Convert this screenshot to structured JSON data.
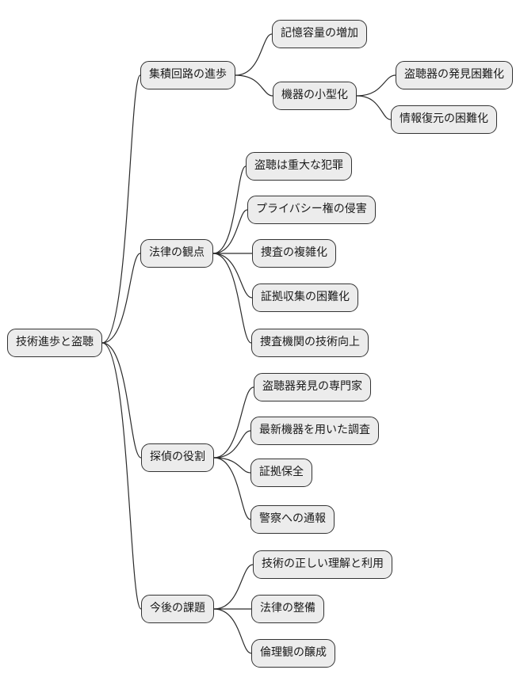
{
  "diagram": {
    "type": "mindmap",
    "colors": {
      "background": "#ffffff",
      "node_fill": "#ececec",
      "node_border": "#333333",
      "edge": "#2b2b2b",
      "text": "#1a1a1a"
    },
    "root": {
      "label": "技術進歩と盗聴",
      "children": [
        {
          "label": "集積回路の進歩",
          "children": [
            {
              "label": "記憶容量の増加",
              "children": []
            },
            {
              "label": "機器の小型化",
              "children": [
                {
                  "label": "盗聴器の発見困難化",
                  "children": []
                },
                {
                  "label": "情報復元の困難化",
                  "children": []
                }
              ]
            }
          ]
        },
        {
          "label": "法律の観点",
          "children": [
            {
              "label": "盗聴は重大な犯罪",
              "children": []
            },
            {
              "label": "プライバシー権の侵害",
              "children": []
            },
            {
              "label": "捜査の複雑化",
              "children": []
            },
            {
              "label": "証拠収集の困難化",
              "children": []
            },
            {
              "label": "捜査機関の技術向上",
              "children": []
            }
          ]
        },
        {
          "label": "探偵の役割",
          "children": [
            {
              "label": "盗聴器発見の専門家",
              "children": []
            },
            {
              "label": "最新機器を用いた調査",
              "children": []
            },
            {
              "label": "証拠保全",
              "children": []
            },
            {
              "label": "警察への通報",
              "children": []
            }
          ]
        },
        {
          "label": "今後の課題",
          "children": [
            {
              "label": "技術の正しい理解と利用",
              "children": []
            },
            {
              "label": "法律の整備",
              "children": []
            },
            {
              "label": "倫理観の醸成",
              "children": []
            }
          ]
        }
      ]
    }
  }
}
